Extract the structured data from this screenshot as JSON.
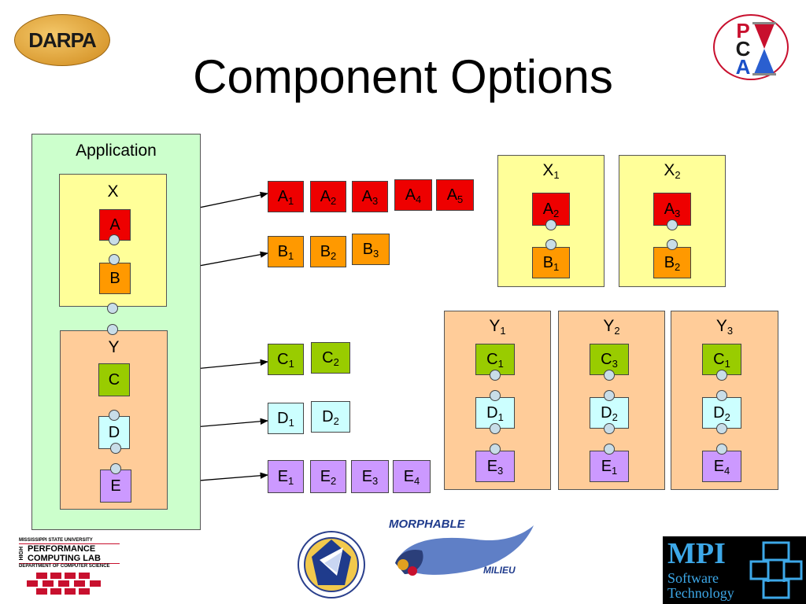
{
  "title": "Component Options",
  "logos": {
    "darpa": "DARPA",
    "pca": [
      "P",
      "C",
      "A"
    ],
    "hpc": {
      "university": "MISSISSIPPI STATE UNIVERSITY",
      "high": "HIGH",
      "performance": "PERFORMANCE",
      "computing": "COMPUTING LAB",
      "department": "DEPARTMENT OF COMPUTER SCIENCE"
    },
    "afrl_icon": "air-force-research-laboratory-seal",
    "morphable": {
      "top": "MORPHABLE",
      "bottom": "MILIEU"
    },
    "mpi": {
      "top": "MPI",
      "mid": "Software",
      "bottom": "Technology"
    }
  },
  "application": {
    "label": "Application",
    "x": {
      "label": "X",
      "components": [
        "A",
        "B"
      ]
    },
    "y": {
      "label": "Y",
      "components": [
        "C",
        "D",
        "E"
      ]
    }
  },
  "options": {
    "A": [
      {
        "b": "A",
        "s": "1"
      },
      {
        "b": "A",
        "s": "2"
      },
      {
        "b": "A",
        "s": "3"
      },
      {
        "b": "A",
        "s": "4"
      },
      {
        "b": "A",
        "s": "5"
      }
    ],
    "B": [
      {
        "b": "B",
        "s": "1"
      },
      {
        "b": "B",
        "s": "2"
      },
      {
        "b": "B",
        "s": "3"
      }
    ],
    "C": [
      {
        "b": "C",
        "s": "1"
      },
      {
        "b": "C",
        "s": "2"
      }
    ],
    "D": [
      {
        "b": "D",
        "s": "1"
      },
      {
        "b": "D",
        "s": "2"
      }
    ],
    "E": [
      {
        "b": "E",
        "s": "1"
      },
      {
        "b": "E",
        "s": "2"
      },
      {
        "b": "E",
        "s": "3"
      },
      {
        "b": "E",
        "s": "4"
      }
    ]
  },
  "compositions": {
    "x": [
      {
        "label": "X",
        "sub": "1",
        "top": {
          "b": "A",
          "s": "2"
        },
        "bottom": {
          "b": "B",
          "s": "1"
        }
      },
      {
        "label": "X",
        "sub": "2",
        "top": {
          "b": "A",
          "s": "3"
        },
        "bottom": {
          "b": "B",
          "s": "2"
        }
      }
    ],
    "y": [
      {
        "label": "Y",
        "sub": "1",
        "c": {
          "b": "C",
          "s": "1"
        },
        "d": {
          "b": "D",
          "s": "1"
        },
        "e": {
          "b": "E",
          "s": "3"
        }
      },
      {
        "label": "Y",
        "sub": "2",
        "c": {
          "b": "C",
          "s": "3"
        },
        "d": {
          "b": "D",
          "s": "2"
        },
        "e": {
          "b": "E",
          "s": "1"
        }
      },
      {
        "label": "Y",
        "sub": "3",
        "c": {
          "b": "C",
          "s": "1"
        },
        "d": {
          "b": "D",
          "s": "2"
        },
        "e": {
          "b": "E",
          "s": "4"
        }
      }
    ]
  }
}
